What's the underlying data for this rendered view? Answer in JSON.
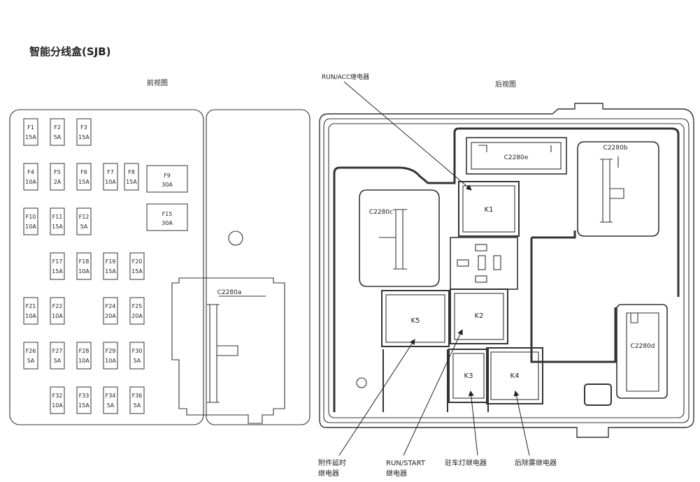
{
  "title": "智能分线盒(SJB)",
  "front_view_label": "前视图",
  "rear_view_label": "后视图",
  "fuses": [
    {
      "id": "F1",
      "rating": "15A"
    },
    {
      "id": "F2",
      "rating": "5A"
    },
    {
      "id": "F3",
      "rating": "15A"
    },
    {
      "id": "F4",
      "rating": "10A"
    },
    {
      "id": "F5",
      "rating": "2A"
    },
    {
      "id": "F6",
      "rating": "15A"
    },
    {
      "id": "F7",
      "rating": "10A"
    },
    {
      "id": "F8",
      "rating": "15A"
    },
    {
      "id": "F9",
      "rating": "30A"
    },
    {
      "id": "F15",
      "rating": "30A"
    },
    {
      "id": "F10",
      "rating": "10A"
    },
    {
      "id": "F11",
      "rating": "15A"
    },
    {
      "id": "F12",
      "rating": "5A"
    },
    {
      "id": "F17",
      "rating": "15A"
    },
    {
      "id": "F18",
      "rating": "10A"
    },
    {
      "id": "F19",
      "rating": "15A"
    },
    {
      "id": "F20",
      "rating": "15A"
    },
    {
      "id": "F21",
      "rating": "10A"
    },
    {
      "id": "F22",
      "rating": "10A"
    },
    {
      "id": "F24",
      "rating": "20A"
    },
    {
      "id": "F25",
      "rating": "20A"
    },
    {
      "id": "F26",
      "rating": "5A"
    },
    {
      "id": "F27",
      "rating": "5A"
    },
    {
      "id": "F28",
      "rating": "10A"
    },
    {
      "id": "F29",
      "rating": "10A"
    },
    {
      "id": "F30",
      "rating": "5A"
    },
    {
      "id": "F32",
      "rating": "10A"
    },
    {
      "id": "F33",
      "rating": "15A"
    },
    {
      "id": "F34",
      "rating": "5A"
    },
    {
      "id": "F36",
      "rating": "5A"
    }
  ],
  "connectors": {
    "c2280a": "C2280a",
    "c2280b": "C2280b",
    "c2280c": "C2280c",
    "c2280d": "C2280d",
    "c2280e": "C2280e"
  },
  "relays": {
    "k1": "K1",
    "k2": "K2",
    "k3": "K3",
    "k4": "K4",
    "k5": "K5"
  },
  "callouts": {
    "run_acc": "RUN/ACC继电器",
    "accessory_delay_1": "附件延时",
    "accessory_delay_2": "继电器",
    "run_start_1": "RUN/START",
    "run_start_2": "继电器",
    "park_lamp": "驻车灯继电器",
    "rear_defrost": "后除雾继电器"
  }
}
